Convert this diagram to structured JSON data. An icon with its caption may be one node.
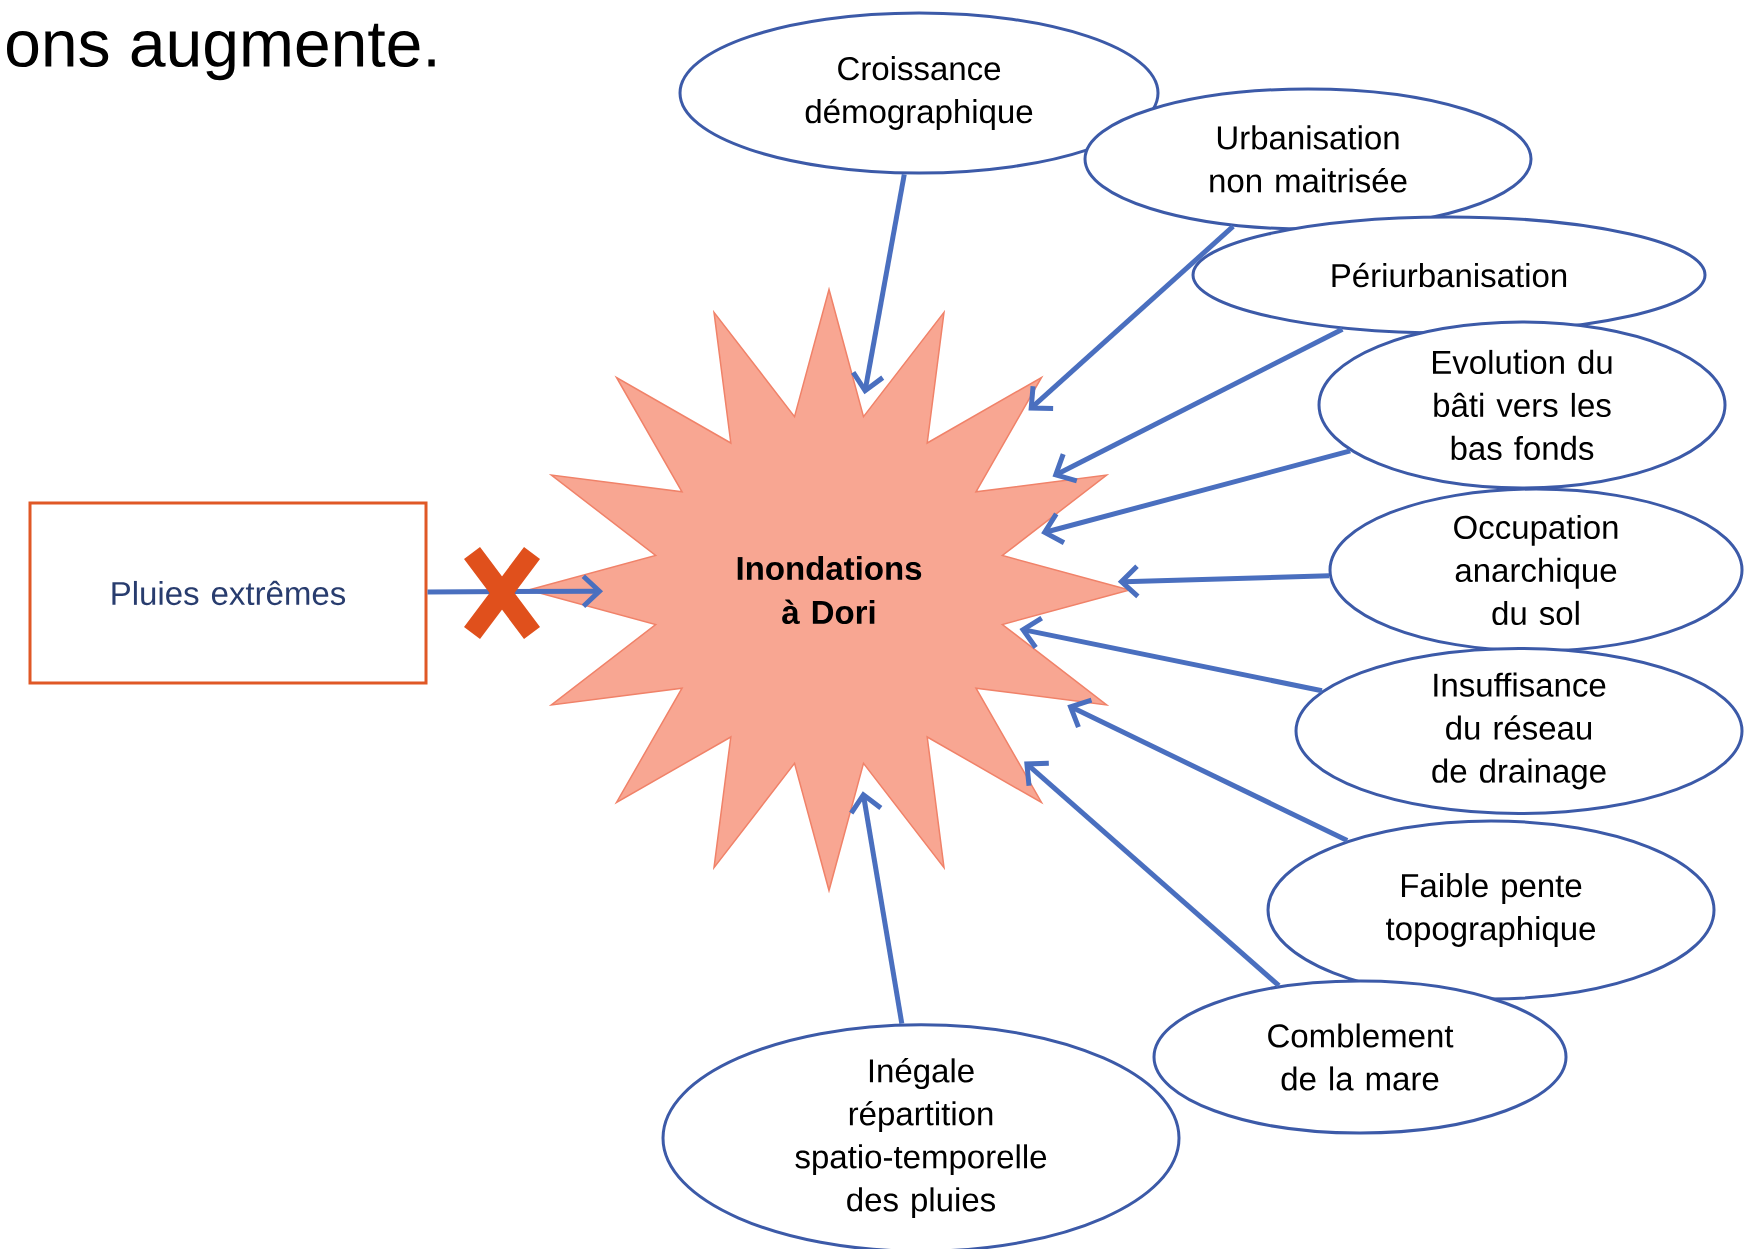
{
  "diagram": {
    "nodes": [
      {
        "text": [
          "Pluies extrêmes"
        ]
      },
      {
        "text": [
          "Inondations à Dori"
        ]
      },
      {
        "text": [
          "Croissance démographique"
        ]
      },
      {
        "text": [
          "Urbanisation non maitrisée"
        ]
      },
      {
        "text": [
          "Périurbanisation"
        ]
      },
      {
        "text": [
          "Evolution du bâti vers les bas fonds"
        ]
      },
      {
        "text": [
          "Occupation anarchique du sol"
        ]
      },
      {
        "text": [
          "Insuffisance du réseau de drainage"
        ]
      },
      {
        "text": [
          "Faible pente topographique"
        ]
      },
      {
        "text": [
          "Comblement de la mare"
        ]
      },
      {
        "text": [
          "Inégale répartition spatio-temporelle des pluies"
        ]
      }
    ],
    "edges": [
      {
        "from": 0,
        "to": 1,
        "arrow": "to"
      },
      {
        "from": 2,
        "to": 1,
        "arrow": "to"
      },
      {
        "from": 3,
        "to": 1,
        "arrow": "to"
      },
      {
        "from": 4,
        "to": 1,
        "arrow": "to"
      },
      {
        "from": 5,
        "to": 1,
        "arrow": "to"
      },
      {
        "from": 6,
        "to": 1,
        "arrow": "to"
      },
      {
        "from": 7,
        "to": 1,
        "arrow": "to"
      },
      {
        "from": 8,
        "to": 1,
        "arrow": "to"
      },
      {
        "from": 9,
        "to": 1,
        "arrow": "to"
      },
      {
        "from": 10,
        "to": 1,
        "arrow": "to"
      }
    ],
    "labels": [
      "ons augmente."
    ]
  }
}
